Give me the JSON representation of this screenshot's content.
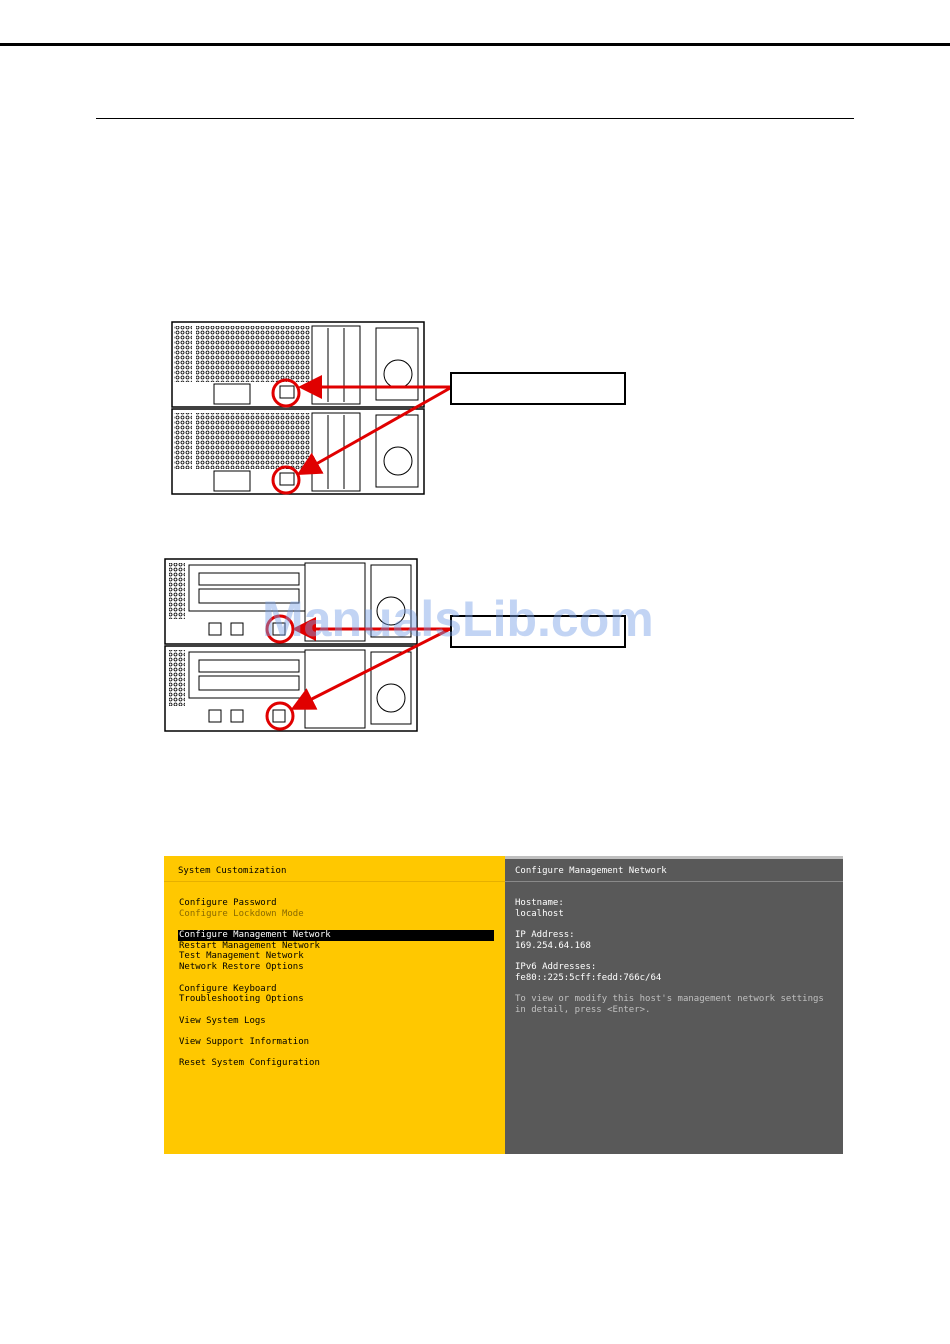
{
  "watermark": "ManualsLib.com",
  "dcui": {
    "left_title": "System Customization",
    "right_title": "Configure Management Network",
    "menu_groups": [
      [
        {
          "label": "Configure Password",
          "state": "normal"
        },
        {
          "label": "Configure Lockdown Mode",
          "state": "dim"
        }
      ],
      [
        {
          "label": "Configure Management Network",
          "state": "selected"
        },
        {
          "label": "Restart Management Network",
          "state": "normal"
        },
        {
          "label": "Test Management Network",
          "state": "normal"
        },
        {
          "label": "Network Restore Options",
          "state": "normal"
        }
      ],
      [
        {
          "label": "Configure Keyboard",
          "state": "normal"
        },
        {
          "label": "Troubleshooting Options",
          "state": "normal"
        }
      ],
      [
        {
          "label": "View System Logs",
          "state": "normal"
        }
      ],
      [
        {
          "label": "View Support Information",
          "state": "normal"
        }
      ],
      [
        {
          "label": "Reset System Configuration",
          "state": "normal"
        }
      ]
    ],
    "info": {
      "hostname_label": "Hostname:",
      "hostname_value": "localhost",
      "ip_label": "IP Address:",
      "ip_value": "169.254.64.168",
      "ipv6_label": "IPv6 Addresses:",
      "ipv6_value": "fe80::225:5cff:fedd:766c/64",
      "help_text": "To view or modify this host's management network settings in detail, press <Enter>."
    }
  },
  "colors": {
    "dcui_left_bg": "#ffc800",
    "dcui_right_bg": "#595959",
    "callout_red": "#e00000"
  }
}
